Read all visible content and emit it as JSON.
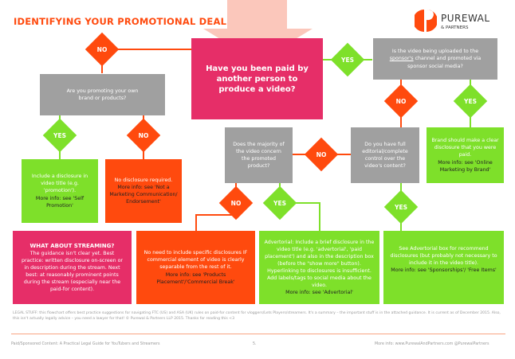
{
  "title": "IDENTIFYING YOUR PROMOTIONAL DEAL",
  "logo": {
    "name": "PUREWAL",
    "sub": "& PARTNERS"
  },
  "colors": {
    "pink": "#e62e68",
    "orange": "#ff4a0e",
    "green": "#7ee02a",
    "gray": "#a0a0a0"
  },
  "start_question": "Have you been paid by another person to produce a video?",
  "labels": {
    "yes": "YES",
    "no": "NO"
  },
  "q_own_brand": "Are you promoting your own brand or products?",
  "q_sponsor_channel": {
    "pre": "Is the video being uploaded to the ",
    "link": "sponsor's",
    "post": " channel and promoted via sponsor social media?"
  },
  "q_editorial": "Do you have full editorial/complete control over the video's content?",
  "q_majority": "Does the majority of the video concern the promoted product?",
  "self_promo": {
    "text": "Include a disclosure in video title (e.g. 'promotion').",
    "more": "More info: see 'Self Promotion'"
  },
  "no_disclosure": {
    "text": "No disclosure required.",
    "more": "More info: see 'Not a Marketing Communication/ Endorsement'"
  },
  "brand_disclosure": {
    "text": "Brand should make a clear disclosure that you were paid.",
    "more": "More info: see 'Online Marketing by Brand'"
  },
  "streaming": {
    "heading": "WHAT ABOUT STREAMING?",
    "text": "The guidance isn't clear yet. Best practice: written disclosure on-screen or in description during the stream. Next best: at reasonably prominent points during the stream (especially near the paid-for content)."
  },
  "product_placement": {
    "text": "No need to include specific disclosures IF commercial element of video is clearly separable from the rest of it.",
    "more": "More info: see 'Products Placement'/'Commercial Break'"
  },
  "advertorial": {
    "text": "Advertorial: Include a brief disclosure in the video title (e.g. 'advertorial', 'paid placement') and also in the description box (before the \"show more\" button). Hyperlinking to disclosures is insufficient. Add labels/tags to social media about the video.",
    "more": "More info: see 'Advertorial'"
  },
  "sponsorship": {
    "text": "See Advertorial box for recommend disclosures (but probably not necessary to include it in the video title).",
    "more": "More info: see 'Sponsorships'/ 'Free Items'"
  },
  "legal": "LEGAL STUFF: this flowchart offers best practice suggestions for navigating FTC (US) and ASA (UK) rules on paid-for content for vloggers/Lets Players/streamers. It's a summary – the important stuff is in the attached guidance. It is current as of December 2015. Also, this isn't actually legally advice – you need a lawyer for that! © Purewal & Partners LLP 2015. Thanks for reading this <3",
  "footer": {
    "left": "Paid/Sponsored Content: A Practical Legal Guide for YouTubers and Streamers",
    "page": "5.",
    "more_label": "More info: ",
    "site": "www.PurewalAndPartners.com",
    "twitter": "@PurewalPartners"
  }
}
